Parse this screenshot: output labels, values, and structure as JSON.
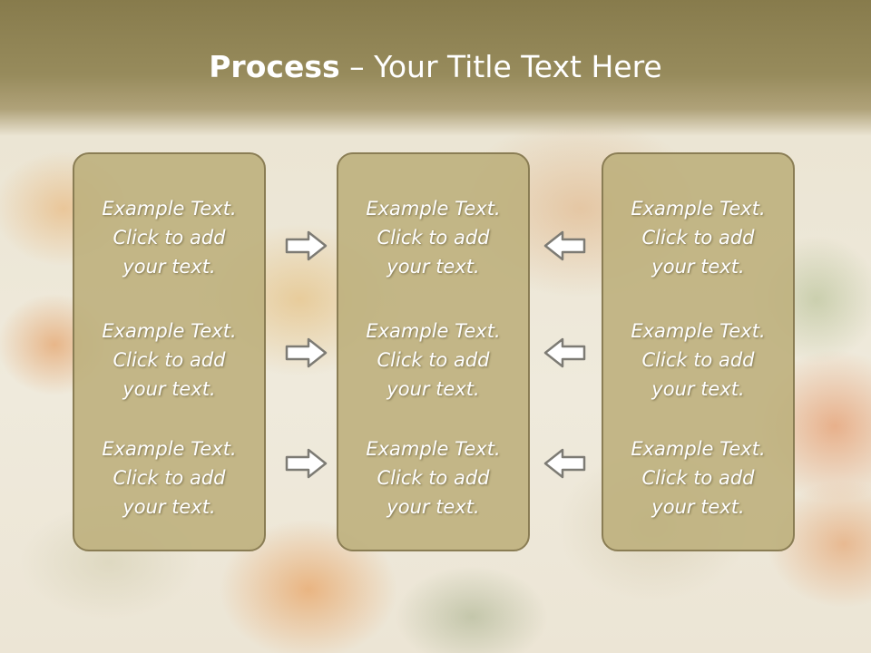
{
  "slide": {
    "title_bold": "Process",
    "title_rest": " – Your Title Text Here"
  },
  "panels": [
    {
      "blocks": [
        {
          "line1": "Example Text.",
          "line2": "Click  to add",
          "line3": "your text."
        },
        {
          "line1": "Example Text.",
          "line2": "Click  to add",
          "line3": "your text."
        },
        {
          "line1": "Example Text.",
          "line2": "Click  to add",
          "line3": "your text."
        }
      ]
    },
    {
      "blocks": [
        {
          "line1": "Example Text.",
          "line2": "Click  to add",
          "line3": "your text."
        },
        {
          "line1": "Example Text.",
          "line2": "Click  to add",
          "line3": "your text."
        },
        {
          "line1": "Example Text.",
          "line2": "Click  to add",
          "line3": "your text."
        }
      ]
    },
    {
      "blocks": [
        {
          "line1": "Example Text.",
          "line2": "Click  to add",
          "line3": "your text."
        },
        {
          "line1": "Example Text.",
          "line2": "Click  to add",
          "line3": "your text."
        },
        {
          "line1": "Example Text.",
          "line2": "Click  to add",
          "line3": "your text."
        }
      ]
    }
  ],
  "icons": {
    "left_arrows": "arrow-right-icon",
    "right_arrows": "arrow-left-icon"
  },
  "colors": {
    "header": "#877b4c",
    "panel_fill": "#beb07d",
    "panel_border": "#8a7d54",
    "text": "#ffffff"
  }
}
